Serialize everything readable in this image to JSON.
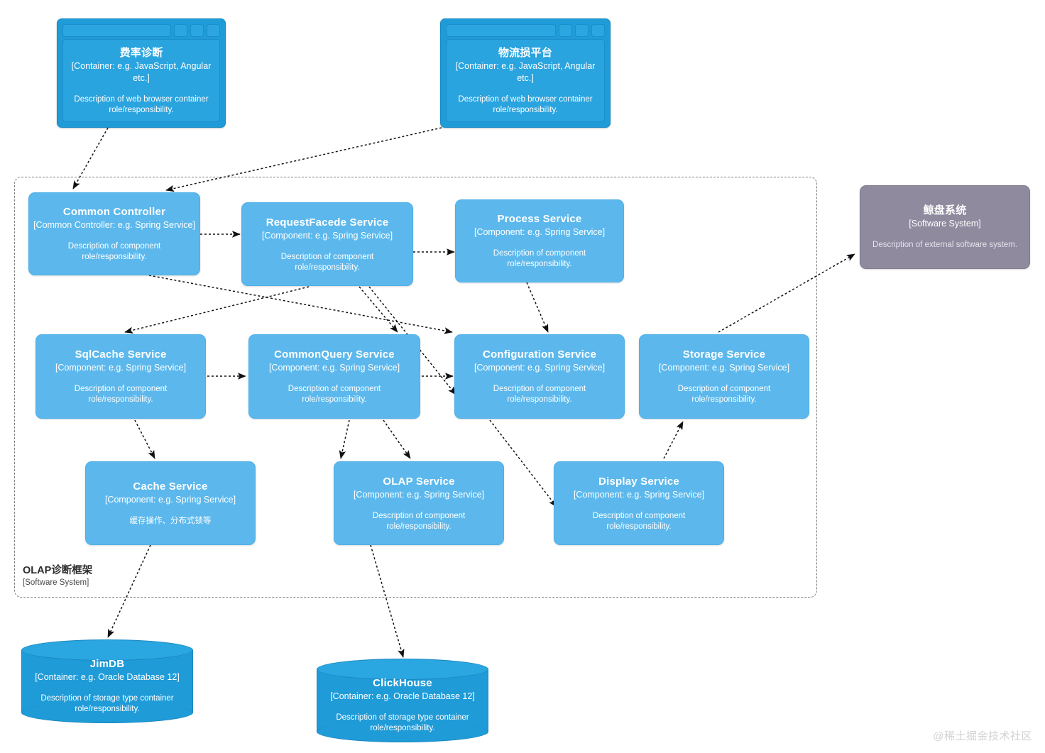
{
  "diagram": {
    "kind": "c4-component-diagram",
    "watermark": "@稀土掘金技术社区",
    "colors": {
      "container_blue": "#1f9bd8",
      "component_blue": "#5cb8ec",
      "external_gray": "#8f8a9e",
      "boundary_dashed": "#7d7d7d",
      "edge": "#1a1a1a",
      "text": "#ffffff"
    }
  },
  "boundary": {
    "title": "OLAP诊断框架",
    "type": "[Software System]"
  },
  "nodes": {
    "fee_rate_diagnosis": {
      "title": "费率诊断",
      "tech": "[Container: e.g. JavaScript, Angular etc.]",
      "desc": "Description of web browser container role/responsibility."
    },
    "logistics_loss_platform": {
      "title": "物流损平台",
      "tech": "[Container: e.g. JavaScript, Angular etc.]",
      "desc": "Description of web browser container role/responsibility."
    },
    "common_controller": {
      "title": "Common Controller",
      "tech": "[Common Controller: e.g. Spring Service]",
      "desc": "Description of component role/responsibility."
    },
    "request_facede_service": {
      "title": "RequestFacede Service",
      "tech": "[Component: e.g. Spring Service]",
      "desc": "Description of component role/responsibility."
    },
    "process_service": {
      "title": "Process Service",
      "tech": "[Component: e.g. Spring Service]",
      "desc": "Description of component role/responsibility."
    },
    "sqlcache_service": {
      "title": "SqlCache Service",
      "tech": "[Component: e.g. Spring Service]",
      "desc": "Description of component role/responsibility."
    },
    "commonquery_service": {
      "title": "CommonQuery Service",
      "tech": "[Component: e.g. Spring Service]",
      "desc": "Description of component role/responsibility."
    },
    "configuration_service": {
      "title": "Configuration Service",
      "tech": "[Component: e.g. Spring Service]",
      "desc": "Description of component role/responsibility."
    },
    "storage_service": {
      "title": "Storage Service",
      "tech": "[Component: e.g. Spring Service]",
      "desc": "Description of component role/responsibility."
    },
    "cache_service": {
      "title": "Cache Service",
      "tech": "[Component: e.g. Spring Service]",
      "desc": "缓存操作、分布式锁等"
    },
    "olap_service": {
      "title": "OLAP Service",
      "tech": "[Component: e.g. Spring Service]",
      "desc": "Description of component role/responsibility."
    },
    "display_service": {
      "title": "Display Service",
      "tech": "[Component: e.g. Spring Service]",
      "desc": "Description of component role/responsibility."
    },
    "whale_disk_system": {
      "title": "鲸盘系统",
      "tech": "[Software System]",
      "desc": "Description of external software system."
    },
    "jimdb": {
      "title": "JimDB",
      "tech": "[Container: e.g. Oracle Database 12]",
      "desc": "Description of storage type container role/responsibility."
    },
    "clickhouse": {
      "title": "ClickHouse",
      "tech": "[Container: e.g. Oracle Database 12]",
      "desc": "Description of storage type container role/responsibility."
    }
  },
  "edges": [
    {
      "from": "fee_rate_diagnosis",
      "to": "common_controller"
    },
    {
      "from": "logistics_loss_platform",
      "to": "common_controller"
    },
    {
      "from": "common_controller",
      "to": "request_facede_service"
    },
    {
      "from": "common_controller",
      "to": "configuration_service"
    },
    {
      "from": "request_facede_service",
      "to": "process_service"
    },
    {
      "from": "request_facede_service",
      "to": "sqlcache_service"
    },
    {
      "from": "request_facede_service",
      "to": "commonquery_service"
    },
    {
      "from": "request_facede_service",
      "to": "configuration_service"
    },
    {
      "from": "process_service",
      "to": "configuration_service"
    },
    {
      "from": "sqlcache_service",
      "to": "commonquery_service"
    },
    {
      "from": "sqlcache_service",
      "to": "cache_service"
    },
    {
      "from": "commonquery_service",
      "to": "configuration_service"
    },
    {
      "from": "commonquery_service",
      "to": "olap_service"
    },
    {
      "from": "commonquery_service",
      "to": "display_service"
    },
    {
      "from": "configuration_service",
      "to": "display_service"
    },
    {
      "from": "storage_service",
      "to": "whale_disk_system"
    },
    {
      "from": "display_service",
      "to": "storage_service"
    },
    {
      "from": "cache_service",
      "to": "jimdb"
    },
    {
      "from": "olap_service",
      "to": "clickhouse"
    }
  ]
}
